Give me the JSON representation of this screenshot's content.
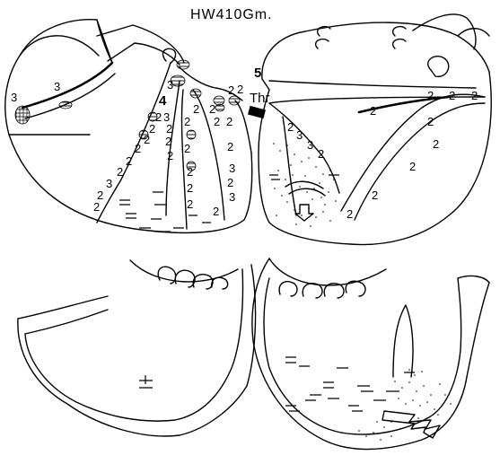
{
  "title": "HW410Gm.",
  "labels": {
    "five": "5",
    "thr": "Thr",
    "four": "4"
  },
  "grades": {
    "g3": "3",
    "g2": "2"
  }
}
